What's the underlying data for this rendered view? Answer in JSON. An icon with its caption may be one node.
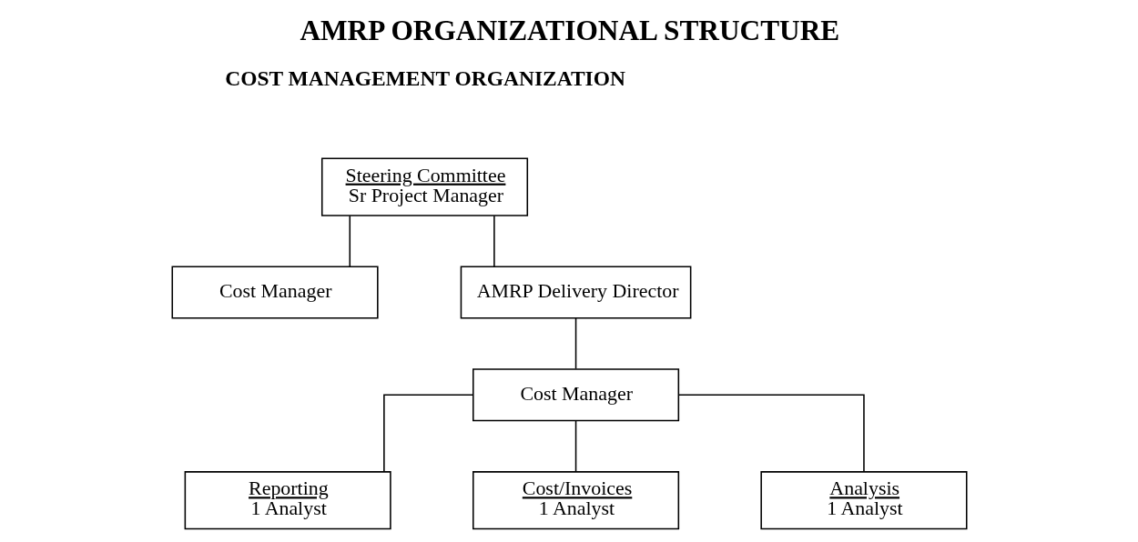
{
  "diagram": {
    "title": "AMRP ORGANIZATIONAL STRUCTURE",
    "nodes": [
      {
        "text": [
          "Steering Committee",
          "Sr Project Manager"
        ]
      },
      {
        "text": [
          "Cost Manager"
        ]
      },
      {
        "text": [
          "AMRP Delivery Director"
        ]
      },
      {
        "text": [
          "Cost Manager"
        ]
      },
      {
        "text": [
          "Reporting",
          "1 Analyst"
        ]
      },
      {
        "text": [
          "Cost/Invoices",
          "1 Analyst"
        ]
      },
      {
        "text": [
          "Analysis",
          "1 Analyst"
        ]
      }
    ],
    "edges": [
      {
        "from": 0,
        "to": 1,
        "arrow": "none"
      },
      {
        "from": 0,
        "to": 2,
        "arrow": "none"
      },
      {
        "from": 2,
        "to": 3,
        "arrow": "none"
      },
      {
        "from": 3,
        "to": 4,
        "arrow": "none"
      },
      {
        "from": 3,
        "to": 5,
        "arrow": "none"
      },
      {
        "from": 3,
        "to": 6,
        "arrow": "none"
      }
    ],
    "labels": [
      "COST MANAGEMENT ORGANIZATION"
    ]
  }
}
